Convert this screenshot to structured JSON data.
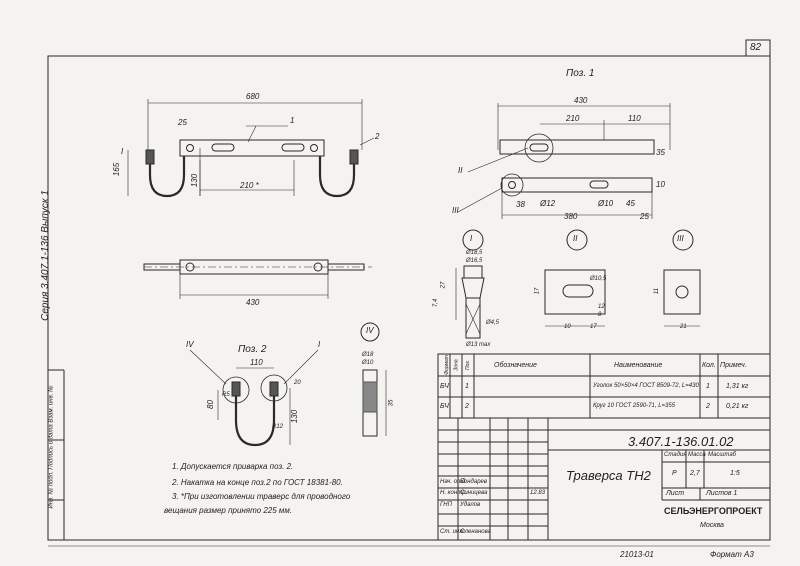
{
  "sheet": {
    "page_number": "82",
    "series_stamp": "Серия 3.407.1-136  Выпуск 1",
    "side_stamp": "Инв. № подл. Подпись и дата Взам. инв. №"
  },
  "pos1": {
    "title": "Поз. 1",
    "dims": [
      "430",
      "210",
      "110",
      "10",
      "38",
      "380",
      "25",
      "Ø12",
      "Ø10",
      "45",
      "35"
    ],
    "view_labels": [
      "II",
      "III"
    ]
  },
  "main": {
    "dims": [
      "680",
      "25",
      "165",
      "130",
      "210 *",
      "430"
    ],
    "leaders": [
      "1",
      "2"
    ],
    "view_label": "I"
  },
  "pos2": {
    "title": "Поз. 2",
    "dims": [
      "110",
      "80",
      "R5",
      "20",
      "130",
      "R12"
    ],
    "view_labels": [
      "IV",
      "I"
    ]
  },
  "sections": {
    "labels": [
      "I",
      "II",
      "III",
      "IV"
    ],
    "dims": [
      "Ø18,5",
      "Ø16,5",
      "27",
      "7,4",
      "Ø13 max",
      "Ø4,5",
      "17",
      "Ø10,5",
      "12",
      "8",
      "10",
      "17",
      "11",
      "21",
      "Ø18",
      "Ø10",
      "35"
    ]
  },
  "notes": [
    "1. Допускается приварка поз. 2.",
    "2. Накатка на конце поз.2 по ГОСТ 18381-80.",
    "3. *При изготовлении траверс для проводного",
    "вещания размер принято 225 мм."
  ],
  "spec": {
    "headers": [
      "Формат",
      "Зона",
      "Поз.",
      "Обозначение",
      "Наименование",
      "Кол.",
      "Примеч."
    ],
    "rows": [
      {
        "fmt": "БЧ",
        "pos": "1",
        "name": "Уголок 50×50×4 ГОСТ 8509-72, L=430",
        "qty": "1",
        "note": "1,31 кг"
      },
      {
        "fmt": "БЧ",
        "pos": "2",
        "name": "Круг 10  ГОСТ 2590-71,  L=355",
        "qty": "2",
        "note": "0,21 кг"
      }
    ]
  },
  "titleblock": {
    "doc_number": "3.407.1-136.01.02",
    "name": "Траверса  ТН2",
    "stage_label": "Стадия",
    "mass_label": "Масса",
    "scale_label": "Масштаб",
    "stage": "Р",
    "mass": "2,7",
    "scale": "1:5",
    "sheet_label": "Лист",
    "sheets_label": "Листов  1",
    "org": "СЕЛЬЭНЕРГОПРОЕКТ",
    "city": "Москва",
    "staff": [
      {
        "role": "Нач. отд.",
        "name": "Бондарев"
      },
      {
        "role": "Н. контр.",
        "name": "Синицева"
      },
      {
        "role": "ГНП",
        "name": "Удалов"
      },
      {
        "role": "",
        "name": ""
      },
      {
        "role": "Ст. инж.",
        "name": "Оленанова"
      }
    ],
    "date": "12.83"
  },
  "footer": {
    "copy_number": "21013-01",
    "format": "Формат  А3"
  }
}
